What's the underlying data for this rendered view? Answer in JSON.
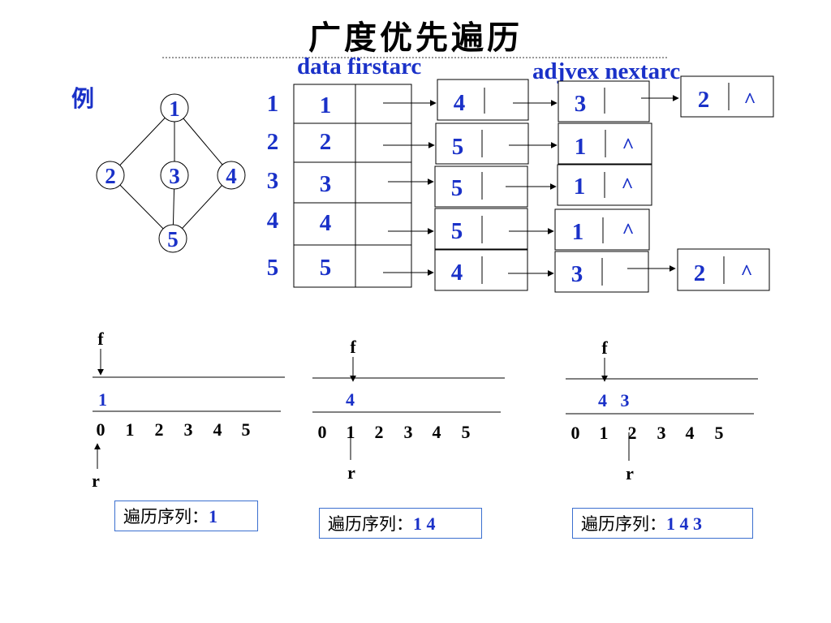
{
  "title": "广度优先遍历",
  "example_label": "例",
  "headers": {
    "data_firstarc": "data firstarc",
    "adjvex_nextarc": "adjvex nextarc"
  },
  "graph": {
    "nodes": [
      "1",
      "2",
      "3",
      "4",
      "5"
    ],
    "edges": [
      [
        "1",
        "2"
      ],
      [
        "1",
        "3"
      ],
      [
        "1",
        "4"
      ],
      [
        "2",
        "5"
      ],
      [
        "3",
        "5"
      ],
      [
        "4",
        "5"
      ]
    ]
  },
  "adjacency": [
    {
      "index": "1",
      "data": "1",
      "arcs": [
        {
          "adjvex": "4",
          "next": ""
        },
        {
          "adjvex": "3",
          "next": ""
        },
        {
          "adjvex": "2",
          "next": "^"
        }
      ]
    },
    {
      "index": "2",
      "data": "2",
      "arcs": [
        {
          "adjvex": "5",
          "next": ""
        },
        {
          "adjvex": "1",
          "next": "^"
        }
      ]
    },
    {
      "index": "3",
      "data": "3",
      "arcs": [
        {
          "adjvex": "5",
          "next": ""
        },
        {
          "adjvex": "1",
          "next": "^"
        }
      ]
    },
    {
      "index": "4",
      "data": "4",
      "arcs": [
        {
          "adjvex": "5",
          "next": ""
        },
        {
          "adjvex": "1",
          "next": "^"
        }
      ]
    },
    {
      "index": "5",
      "data": "5",
      "arcs": [
        {
          "adjvex": "4",
          "next": ""
        },
        {
          "adjvex": "3",
          "next": ""
        },
        {
          "adjvex": "2",
          "next": "^"
        }
      ]
    }
  ],
  "queues": [
    {
      "front_label": "f",
      "rear_label": "r",
      "cells": "1",
      "indices": [
        "0",
        "1",
        "2",
        "3",
        "4",
        "5"
      ],
      "seq_label": "遍历序列：",
      "seq_value": "1"
    },
    {
      "front_label": "f",
      "rear_label": "r",
      "cells": "4",
      "indices": [
        "0",
        "1",
        "2",
        "3",
        "4",
        "5"
      ],
      "seq_label": "遍历序列：",
      "seq_value": "1 4"
    },
    {
      "front_label": "f",
      "rear_label": "r",
      "cells": "4   3",
      "indices": [
        "0",
        "1",
        "2",
        "3",
        "4",
        "5"
      ],
      "seq_label": "遍历序列：",
      "seq_value": "1 4 3"
    }
  ],
  "colors": {
    "accent": "#1a31c8",
    "seq_border": "#3b6fcf"
  }
}
